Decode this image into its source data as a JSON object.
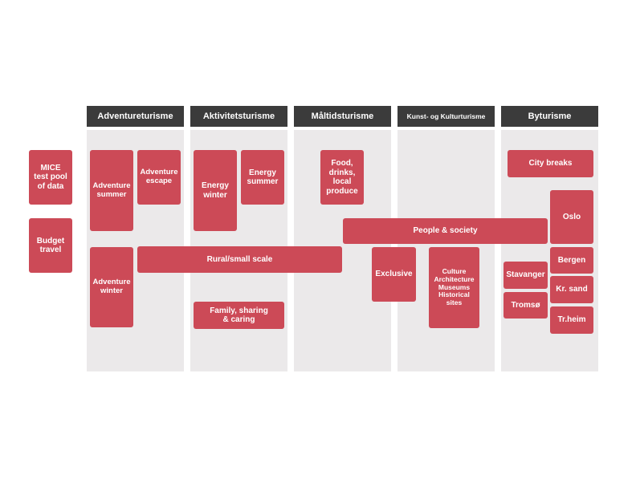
{
  "columns": [
    {
      "title": "Adventureturisme"
    },
    {
      "title": "Aktivitetsturisme"
    },
    {
      "title": "Måltidsturisme"
    },
    {
      "title": "Kunst- og Kulturturisme"
    },
    {
      "title": "Byturisme"
    }
  ],
  "side_boxes": {
    "mice": "MICE\ntest pool\nof data",
    "budget": "Budget\ntravel"
  },
  "boxes": {
    "adventure_summer": "Adventure\nsummer",
    "adventure_escape": "Adventure\nescape",
    "adventure_winter": "Adventure\nwinter",
    "energy_winter": "Energy\nwinter",
    "energy_summer": "Energy\nsummer",
    "rural": "Rural/small scale",
    "family": "Family, sharing\n& caring",
    "food": "Food,\ndrinks,\nlocal\nproduce",
    "people": "People & society",
    "exclusive": "Exclusive",
    "culture": "Culture\nArchitecture\nMuseums\nHistorical\nsites",
    "city_breaks": "City breaks",
    "oslo": "Oslo",
    "bergen": "Bergen",
    "stavanger": "Stavanger",
    "kr_sand": "Kr. sand",
    "tromso": "Tromsø",
    "tr_heim": "Tr.heim"
  },
  "colors": {
    "box": "#cc4a57",
    "header": "#3b3b3b",
    "column_bg": "#ebe9ea"
  }
}
